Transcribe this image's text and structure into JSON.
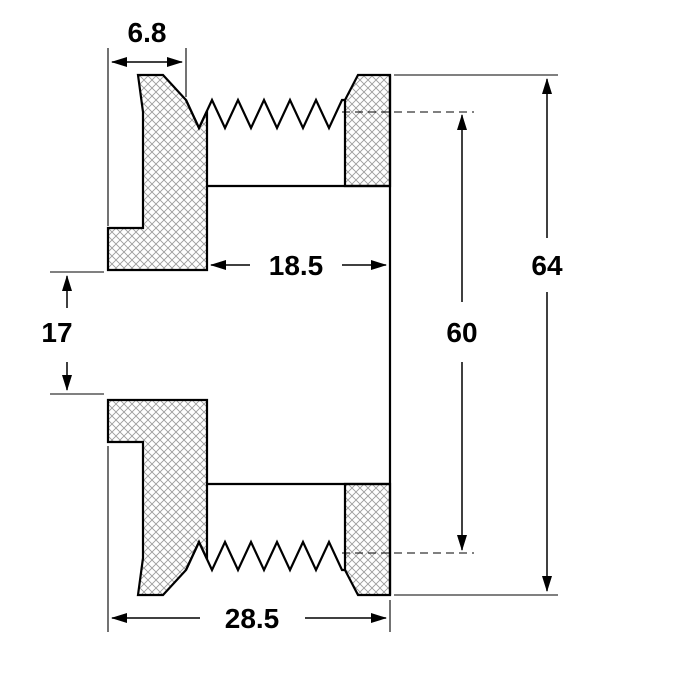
{
  "colors": {
    "line": "#000000",
    "hatch": "#9c9c9c",
    "background": "#ffffff"
  },
  "drawing": {
    "dimensions": {
      "flange_offset": "6.8",
      "recess_width": "18.5",
      "bore_height": "17",
      "groove_diameter": "60",
      "outer_diameter": "64",
      "overall_width": "28.5"
    }
  }
}
